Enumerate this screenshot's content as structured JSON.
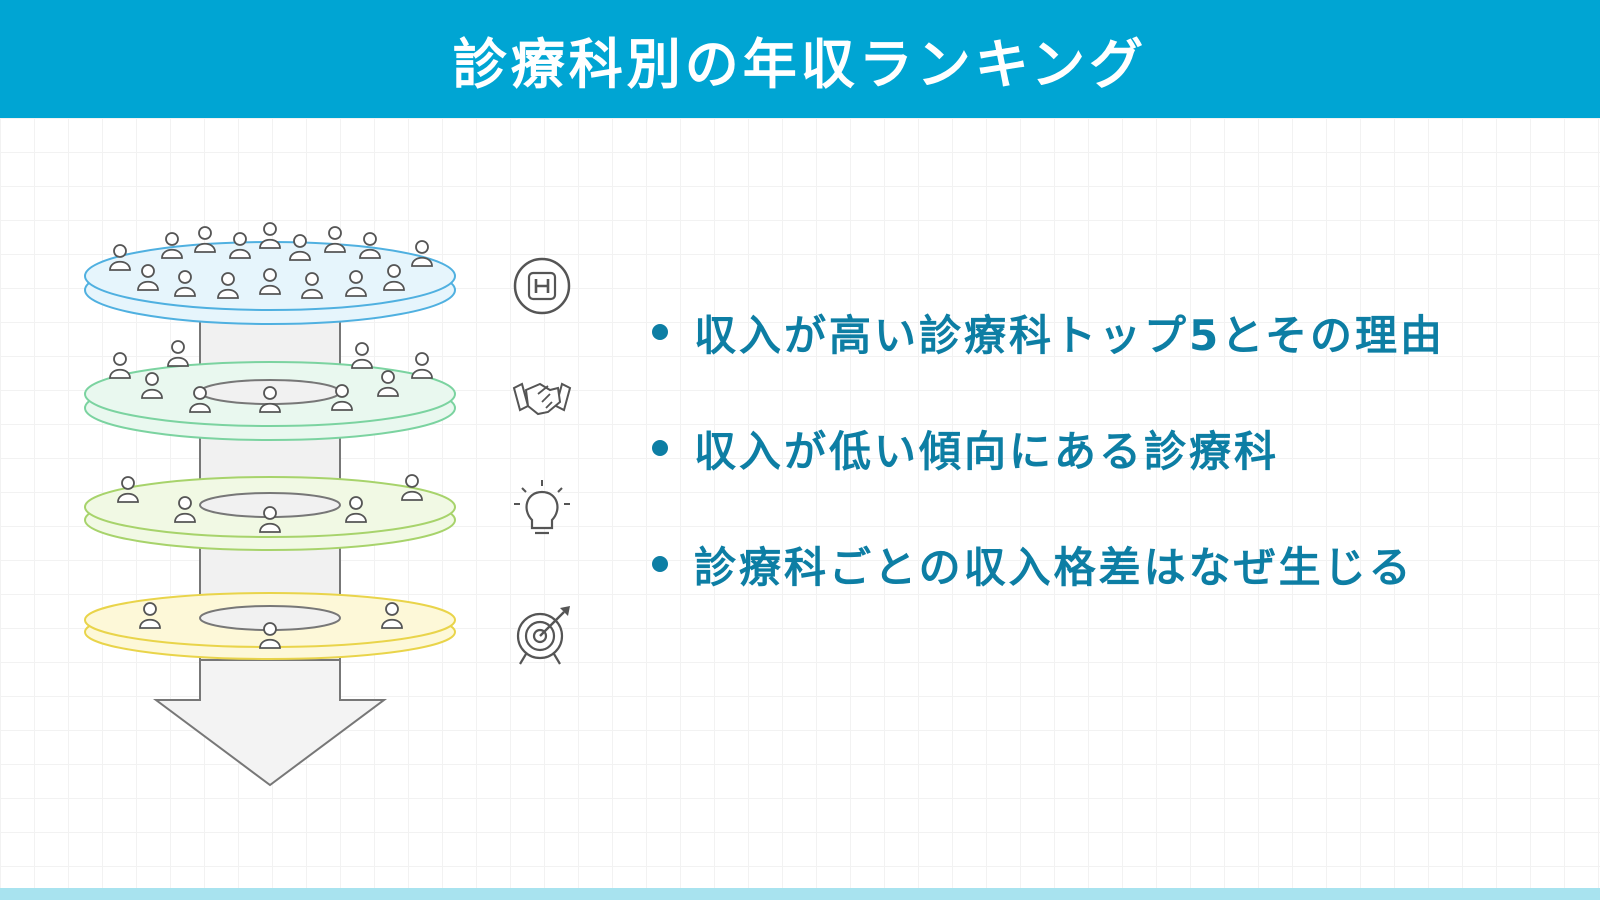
{
  "header": {
    "title": "診療科別の年収ランキング"
  },
  "bullets": [
    {
      "text": "収入が高い診療科トップ5とその理由"
    },
    {
      "text": "収入が低い傾向にある診療科"
    },
    {
      "text": "診療科ごとの収入格差はなぜ生じる"
    }
  ],
  "diagram": {
    "layers": [
      {
        "name": "top",
        "color": "#4fb0e0",
        "fill": "#e6f5fc",
        "icon": "hospital-icon"
      },
      {
        "name": "second",
        "color": "#7bd3a0",
        "fill": "#e9f8ef",
        "icon": "handshake-icon"
      },
      {
        "name": "third",
        "color": "#a7d36b",
        "fill": "#f1f9e4",
        "icon": "lightbulb-icon"
      },
      {
        "name": "bottom",
        "color": "#f0dc5a",
        "fill": "#fdf8d8",
        "icon": "target-icon"
      }
    ]
  },
  "colors": {
    "header_bg": "#00a5d3",
    "bullet_text": "#0d7ea4",
    "bottom_bar": "#a8e3ef"
  }
}
